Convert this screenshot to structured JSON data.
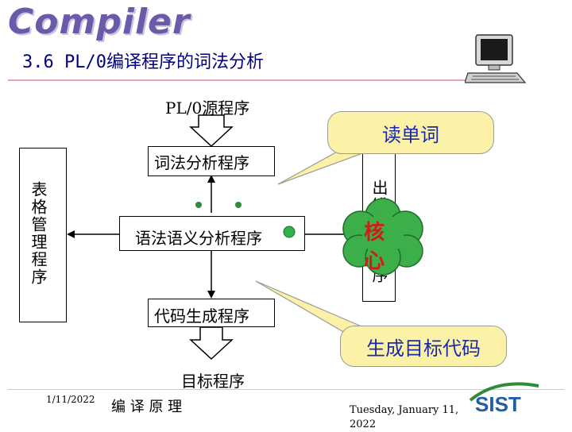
{
  "header": {
    "logo_text": "Compiler",
    "section_title": "3.6  PL/0编译程序的词法分析"
  },
  "diagram": {
    "source_label": "PL/0源程序",
    "lexer_label": "词法分析程序",
    "parser_label": "语法语义分析程序",
    "codegen_label": "代码生成程序",
    "target_label": "目标程序",
    "table_manager_label": "表格管理程序",
    "error_handler_label": "出错处理程序",
    "core_label_1": "核",
    "core_label_2": "心",
    "callout_read_word": "读单词",
    "callout_gen_code": "生成目标代码"
  },
  "footer": {
    "date_left": "1/11/2022",
    "course_name": "编 译 原 理",
    "date_right": "Tuesday, January 11, 2022",
    "school_logo": "SIST"
  },
  "colors": {
    "title": "#000080",
    "callout_bg": "#fbf2a8",
    "callout_text": "#1a2aa8",
    "core_cloud": "#3cae4a",
    "core_text": "#d11a1a"
  }
}
